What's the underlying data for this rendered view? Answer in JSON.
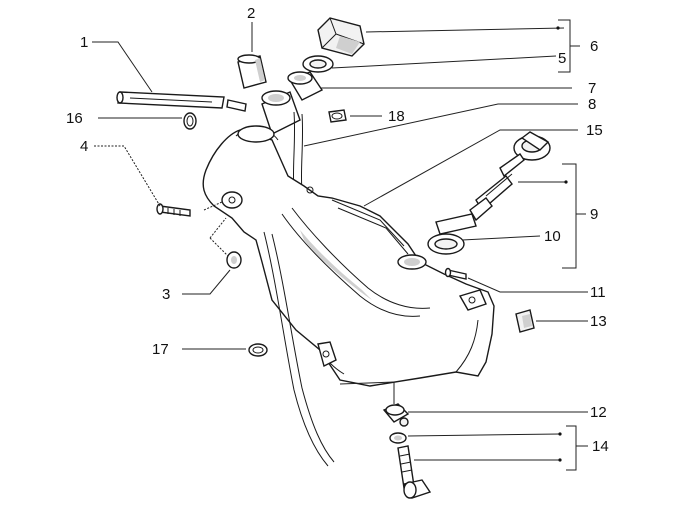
{
  "diagram": {
    "callouts": [
      {
        "id": "c1",
        "label": "1"
      },
      {
        "id": "c2",
        "label": "2"
      },
      {
        "id": "c3",
        "label": "3"
      },
      {
        "id": "c4",
        "label": "4"
      },
      {
        "id": "c5",
        "label": "5"
      },
      {
        "id": "c6",
        "label": "6"
      },
      {
        "id": "c7",
        "label": "7"
      },
      {
        "id": "c8",
        "label": "8"
      },
      {
        "id": "c9",
        "label": "9"
      },
      {
        "id": "c10",
        "label": "10"
      },
      {
        "id": "c11",
        "label": "11"
      },
      {
        "id": "c12",
        "label": "12"
      },
      {
        "id": "c13",
        "label": "13"
      },
      {
        "id": "c14",
        "label": "14"
      },
      {
        "id": "c15",
        "label": "15"
      },
      {
        "id": "c16",
        "label": "16"
      },
      {
        "id": "c17",
        "label": "17"
      },
      {
        "id": "c18",
        "label": "18"
      }
    ]
  }
}
